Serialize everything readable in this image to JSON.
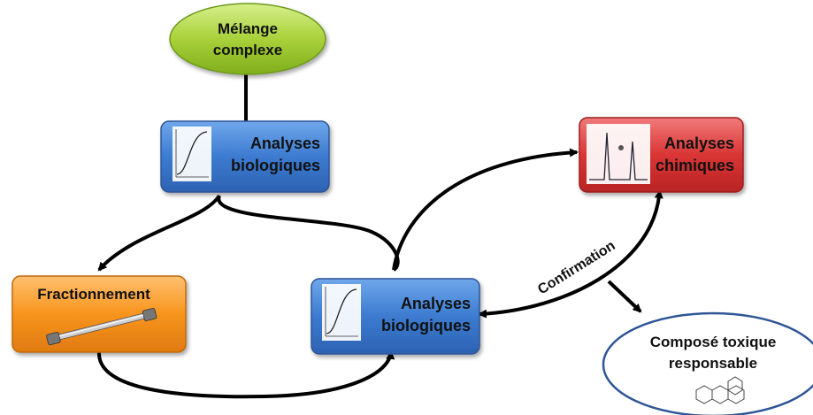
{
  "nodes": {
    "melange": {
      "line1": "Mélange",
      "line2": "complexe"
    },
    "analyses_bio_top": {
      "line1": "Analyses",
      "line2": "biologiques"
    },
    "fractionnement": {
      "label": "Fractionnement"
    },
    "analyses_bio_bottom": {
      "line1": "Analyses",
      "line2": "biologiques"
    },
    "analyses_chimiques": {
      "line1": "Analyses",
      "line2": "chimiques"
    },
    "compose": {
      "line1": "Composé toxique",
      "line2": "responsable"
    }
  },
  "edges": {
    "confirmation_label": "Confirmation"
  },
  "colors": {
    "green": "#9ACD32",
    "blue": "#3A78C8",
    "orange": "#F7941D",
    "red": "#D93535",
    "outline_blue": "#2F5597",
    "arrow": "#000000"
  }
}
